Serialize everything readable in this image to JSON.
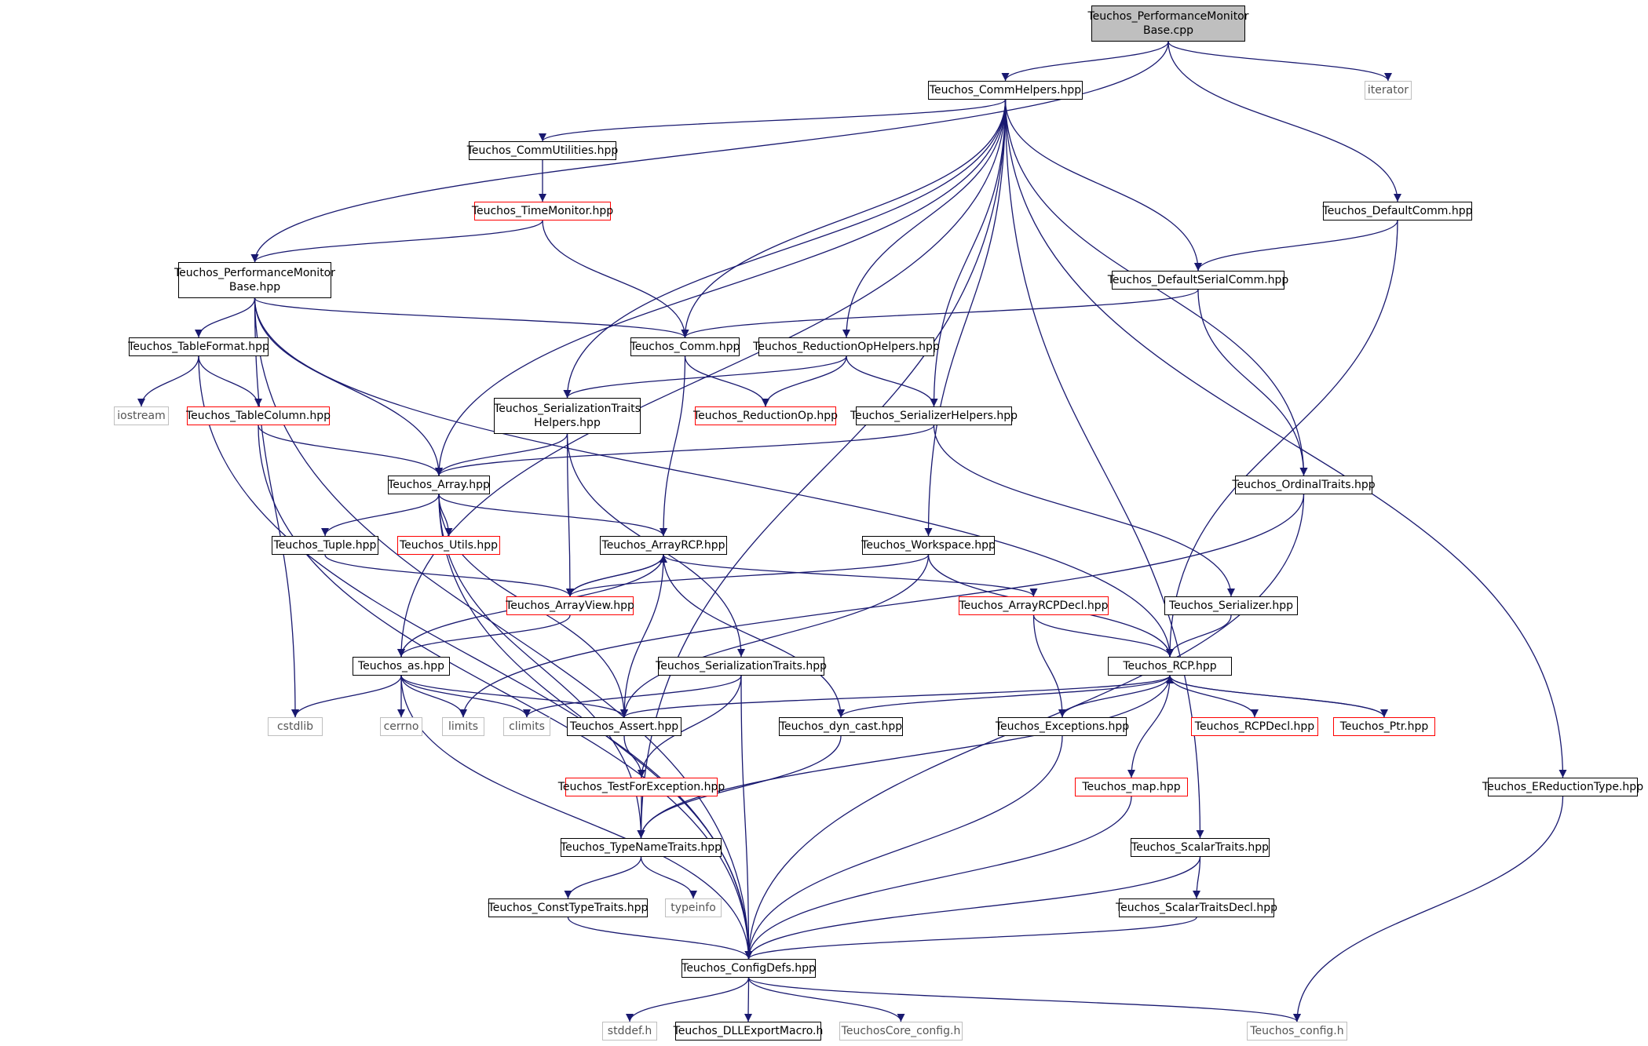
{
  "graph": {
    "edge_color": "#191970",
    "nodes": [
      {
        "id": "perfmon_cpp",
        "kind": "root",
        "lines": [
          "Teuchos_PerformanceMonitor",
          "Base.cpp"
        ]
      },
      {
        "id": "commhelpers",
        "kind": "normal",
        "lines": [
          "Teuchos_CommHelpers.hpp"
        ]
      },
      {
        "id": "iterator",
        "kind": "missing",
        "lines": [
          "iterator"
        ]
      },
      {
        "id": "commutilities",
        "kind": "normal",
        "lines": [
          "Teuchos_CommUtilities.hpp"
        ]
      },
      {
        "id": "timemonitor",
        "kind": "truncated",
        "lines": [
          "Teuchos_TimeMonitor.hpp"
        ]
      },
      {
        "id": "defaultcomm",
        "kind": "normal",
        "lines": [
          "Teuchos_DefaultComm.hpp"
        ]
      },
      {
        "id": "perfmon_hpp",
        "kind": "normal",
        "lines": [
          "Teuchos_PerformanceMonitor",
          "Base.hpp"
        ]
      },
      {
        "id": "defaultserialcomm",
        "kind": "normal",
        "lines": [
          "Teuchos_DefaultSerialComm.hpp"
        ]
      },
      {
        "id": "tableformat",
        "kind": "normal",
        "lines": [
          "Teuchos_TableFormat.hpp"
        ]
      },
      {
        "id": "comm",
        "kind": "normal",
        "lines": [
          "Teuchos_Comm.hpp"
        ]
      },
      {
        "id": "reductionophelpers",
        "kind": "normal",
        "lines": [
          "Teuchos_ReductionOpHelpers.hpp"
        ]
      },
      {
        "id": "iostream",
        "kind": "missing",
        "lines": [
          "iostream"
        ]
      },
      {
        "id": "tablecolumn",
        "kind": "truncated",
        "lines": [
          "Teuchos_TableColumn.hpp"
        ]
      },
      {
        "id": "serializationtraitshelpers",
        "kind": "normal",
        "lines": [
          "Teuchos_SerializationTraits",
          "Helpers.hpp"
        ]
      },
      {
        "id": "reductionop",
        "kind": "truncated",
        "lines": [
          "Teuchos_ReductionOp.hpp"
        ]
      },
      {
        "id": "serializerhelpers",
        "kind": "normal",
        "lines": [
          "Teuchos_SerializerHelpers.hpp"
        ]
      },
      {
        "id": "array",
        "kind": "normal",
        "lines": [
          "Teuchos_Array.hpp"
        ]
      },
      {
        "id": "ordinaltraits",
        "kind": "normal",
        "lines": [
          "Teuchos_OrdinalTraits.hpp"
        ]
      },
      {
        "id": "tuple",
        "kind": "normal",
        "lines": [
          "Teuchos_Tuple.hpp"
        ]
      },
      {
        "id": "utils",
        "kind": "truncated",
        "lines": [
          "Teuchos_Utils.hpp"
        ]
      },
      {
        "id": "arrayrcp",
        "kind": "normal",
        "lines": [
          "Teuchos_ArrayRCP.hpp"
        ]
      },
      {
        "id": "workspace",
        "kind": "normal",
        "lines": [
          "Teuchos_Workspace.hpp"
        ]
      },
      {
        "id": "arrayview",
        "kind": "truncated",
        "lines": [
          "Teuchos_ArrayView.hpp"
        ]
      },
      {
        "id": "arrayrcpdecl",
        "kind": "truncated",
        "lines": [
          "Teuchos_ArrayRCPDecl.hpp"
        ]
      },
      {
        "id": "serializer",
        "kind": "normal",
        "lines": [
          "Teuchos_Serializer.hpp"
        ]
      },
      {
        "id": "as",
        "kind": "normal",
        "lines": [
          "Teuchos_as.hpp"
        ]
      },
      {
        "id": "serializationtraits",
        "kind": "normal",
        "lines": [
          "Teuchos_SerializationTraits.hpp"
        ]
      },
      {
        "id": "rcp",
        "kind": "normal",
        "lines": [
          "Teuchos_RCP.hpp"
        ]
      },
      {
        "id": "cstdlib",
        "kind": "missing",
        "lines": [
          "cstdlib"
        ]
      },
      {
        "id": "cerrno",
        "kind": "missing",
        "lines": [
          "cerrno"
        ]
      },
      {
        "id": "limits",
        "kind": "missing",
        "lines": [
          "limits"
        ]
      },
      {
        "id": "climits",
        "kind": "missing",
        "lines": [
          "climits"
        ]
      },
      {
        "id": "assert",
        "kind": "normal",
        "lines": [
          "Teuchos_Assert.hpp"
        ]
      },
      {
        "id": "dyncast",
        "kind": "normal",
        "lines": [
          "Teuchos_dyn_cast.hpp"
        ]
      },
      {
        "id": "exceptions",
        "kind": "normal",
        "lines": [
          "Teuchos_Exceptions.hpp"
        ]
      },
      {
        "id": "rcpdecl",
        "kind": "truncated",
        "lines": [
          "Teuchos_RCPDecl.hpp"
        ]
      },
      {
        "id": "ptr",
        "kind": "truncated",
        "lines": [
          "Teuchos_Ptr.hpp"
        ]
      },
      {
        "id": "testforexception",
        "kind": "truncated",
        "lines": [
          "Teuchos_TestForException.hpp"
        ]
      },
      {
        "id": "map",
        "kind": "truncated",
        "lines": [
          "Teuchos_map.hpp"
        ]
      },
      {
        "id": "ereductiontype",
        "kind": "normal",
        "lines": [
          "Teuchos_EReductionType.hpp"
        ]
      },
      {
        "id": "typenametraits",
        "kind": "normal",
        "lines": [
          "Teuchos_TypeNameTraits.hpp"
        ]
      },
      {
        "id": "scalartraits",
        "kind": "normal",
        "lines": [
          "Teuchos_ScalarTraits.hpp"
        ]
      },
      {
        "id": "consttypetraits",
        "kind": "normal",
        "lines": [
          "Teuchos_ConstTypeTraits.hpp"
        ]
      },
      {
        "id": "typeinfo",
        "kind": "missing",
        "lines": [
          "typeinfo"
        ]
      },
      {
        "id": "scalartraitsdecl",
        "kind": "normal",
        "lines": [
          "Teuchos_ScalarTraitsDecl.hpp"
        ]
      },
      {
        "id": "configdefs",
        "kind": "normal",
        "lines": [
          "Teuchos_ConfigDefs.hpp"
        ]
      },
      {
        "id": "stddef",
        "kind": "missing",
        "lines": [
          "stddef.h"
        ]
      },
      {
        "id": "dllexport",
        "kind": "normal",
        "lines": [
          "Teuchos_DLLExportMacro.h"
        ]
      },
      {
        "id": "teuchoscoreconfig",
        "kind": "missing",
        "lines": [
          "TeuchosCore_config.h"
        ]
      },
      {
        "id": "teuchosconfig",
        "kind": "missing",
        "lines": [
          "Teuchos_config.h"
        ]
      }
    ],
    "edges": [
      [
        "perfmon_cpp",
        "commhelpers"
      ],
      [
        "perfmon_cpp",
        "iterator"
      ],
      [
        "perfmon_cpp",
        "perfmon_hpp"
      ],
      [
        "perfmon_cpp",
        "defaultcomm"
      ],
      [
        "commhelpers",
        "commutilities"
      ],
      [
        "commhelpers",
        "array"
      ],
      [
        "commhelpers",
        "as"
      ],
      [
        "commhelpers",
        "comm"
      ],
      [
        "commhelpers",
        "serializationtraitshelpers"
      ],
      [
        "commhelpers",
        "reductionophelpers"
      ],
      [
        "commhelpers",
        "serializerhelpers"
      ],
      [
        "commhelpers",
        "workspace"
      ],
      [
        "commhelpers",
        "typenametraits"
      ],
      [
        "commhelpers",
        "defaultserialcomm"
      ],
      [
        "commhelpers",
        "ordinaltraits"
      ],
      [
        "commhelpers",
        "scalartraits"
      ],
      [
        "commhelpers",
        "ereductiontype"
      ],
      [
        "commutilities",
        "timemonitor"
      ],
      [
        "timemonitor",
        "perfmon_hpp"
      ],
      [
        "timemonitor",
        "comm"
      ],
      [
        "defaultcomm",
        "defaultserialcomm"
      ],
      [
        "defaultcomm",
        "rcp"
      ],
      [
        "defaultserialcomm",
        "comm"
      ],
      [
        "defaultserialcomm",
        "ordinaltraits"
      ],
      [
        "perfmon_hpp",
        "tableformat"
      ],
      [
        "perfmon_hpp",
        "array"
      ],
      [
        "perfmon_hpp",
        "comm"
      ],
      [
        "perfmon_hpp",
        "cstdlib"
      ],
      [
        "perfmon_hpp",
        "configdefs"
      ],
      [
        "perfmon_hpp",
        "rcp"
      ],
      [
        "tableformat",
        "iostream"
      ],
      [
        "tableformat",
        "tablecolumn"
      ],
      [
        "tableformat",
        "configdefs"
      ],
      [
        "tablecolumn",
        "array"
      ],
      [
        "tablecolumn",
        "configdefs"
      ],
      [
        "comm",
        "reductionop"
      ],
      [
        "comm",
        "arrayrcp"
      ],
      [
        "reductionophelpers",
        "serializationtraitshelpers"
      ],
      [
        "reductionophelpers",
        "reductionop"
      ],
      [
        "reductionophelpers",
        "serializerhelpers"
      ],
      [
        "serializationtraitshelpers",
        "array"
      ],
      [
        "serializationtraitshelpers",
        "arrayview"
      ],
      [
        "serializationtraitshelpers",
        "serializationtraits"
      ],
      [
        "serializerhelpers",
        "array"
      ],
      [
        "serializerhelpers",
        "serializer"
      ],
      [
        "array",
        "tuple"
      ],
      [
        "array",
        "utils"
      ],
      [
        "array",
        "arrayrcp"
      ],
      [
        "array",
        "assert"
      ],
      [
        "array",
        "typenametraits"
      ],
      [
        "array",
        "configdefs"
      ],
      [
        "ordinaltraits",
        "limits"
      ],
      [
        "ordinaltraits",
        "configdefs"
      ],
      [
        "tuple",
        "arrayview"
      ],
      [
        "arrayrcp",
        "arrayview"
      ],
      [
        "arrayrcp",
        "as"
      ],
      [
        "arrayrcp",
        "assert"
      ],
      [
        "arrayrcp",
        "dyncast"
      ],
      [
        "arrayrcp",
        "arrayrcpdecl"
      ],
      [
        "arrayview",
        "arrayrcp"
      ],
      [
        "arrayview",
        "as"
      ],
      [
        "workspace",
        "arrayview"
      ],
      [
        "workspace",
        "assert"
      ],
      [
        "workspace",
        "rcp"
      ],
      [
        "arrayrcpdecl",
        "rcp"
      ],
      [
        "arrayrcpdecl",
        "exceptions"
      ],
      [
        "serializer",
        "rcp"
      ],
      [
        "as",
        "cstdlib"
      ],
      [
        "as",
        "cerrno"
      ],
      [
        "as",
        "limits"
      ],
      [
        "as",
        "climits"
      ],
      [
        "as",
        "assert"
      ],
      [
        "as",
        "configdefs"
      ],
      [
        "serializationtraits",
        "climits"
      ],
      [
        "serializationtraits",
        "testforexception"
      ],
      [
        "serializationtraits",
        "configdefs"
      ],
      [
        "rcp",
        "assert"
      ],
      [
        "rcp",
        "dyncast"
      ],
      [
        "rcp",
        "exceptions"
      ],
      [
        "rcp",
        "rcpdecl"
      ],
      [
        "rcp",
        "ptr"
      ],
      [
        "rcp",
        "map"
      ],
      [
        "rcp",
        "typenametraits"
      ],
      [
        "ptr",
        "rcp"
      ],
      [
        "assert",
        "testforexception"
      ],
      [
        "dyncast",
        "typenametraits"
      ],
      [
        "exceptions",
        "configdefs"
      ],
      [
        "testforexception",
        "typenametraits"
      ],
      [
        "map",
        "configdefs"
      ],
      [
        "ereductiontype",
        "teuchosconfig"
      ],
      [
        "typenametraits",
        "consttypetraits"
      ],
      [
        "typenametraits",
        "typeinfo"
      ],
      [
        "scalartraits",
        "scalartraitsdecl"
      ],
      [
        "scalartraits",
        "configdefs"
      ],
      [
        "consttypetraits",
        "configdefs"
      ],
      [
        "scalartraitsdecl",
        "configdefs"
      ],
      [
        "configdefs",
        "stddef"
      ],
      [
        "configdefs",
        "dllexport"
      ],
      [
        "configdefs",
        "teuchoscoreconfig"
      ],
      [
        "configdefs",
        "teuchosconfig"
      ]
    ]
  }
}
